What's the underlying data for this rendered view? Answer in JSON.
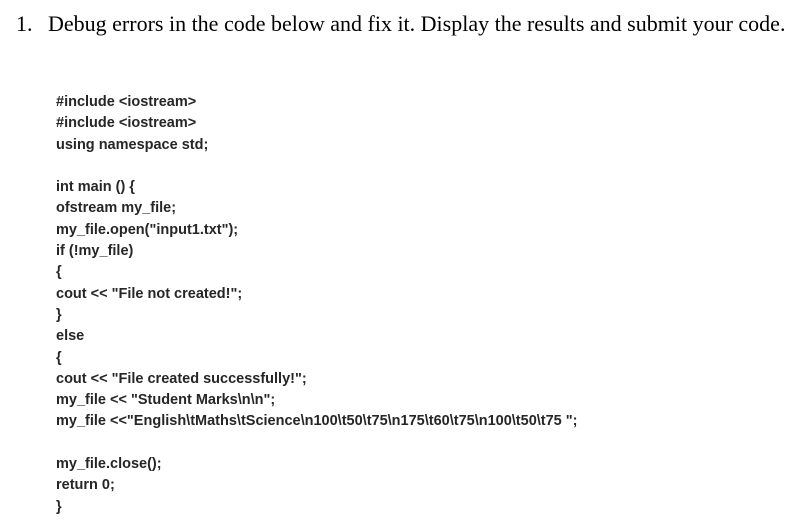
{
  "question": {
    "number": "1.",
    "text": "Debug errors in the code below and fix it. Display the results and submit your code."
  },
  "code_lines": [
    "#include <iostream>",
    "#include <iostream>",
    "using namespace std;",
    "",
    "int main () {",
    "ofstream my_file;",
    "my_file.open(\"input1.txt\");",
    "if (!my_file)",
    "{",
    "cout << \"File not created!\";",
    "}",
    "else",
    "{",
    "cout << \"File created successfully!\";",
    "my_file << \"Student Marks\\n\\n\";",
    "my_file <<\"English\\tMaths\\tScience\\n100\\t50\\t75\\n175\\t60\\t75\\n100\\t50\\t75 \";",
    "",
    "my_file.close();",
    "return 0;",
    "}"
  ]
}
